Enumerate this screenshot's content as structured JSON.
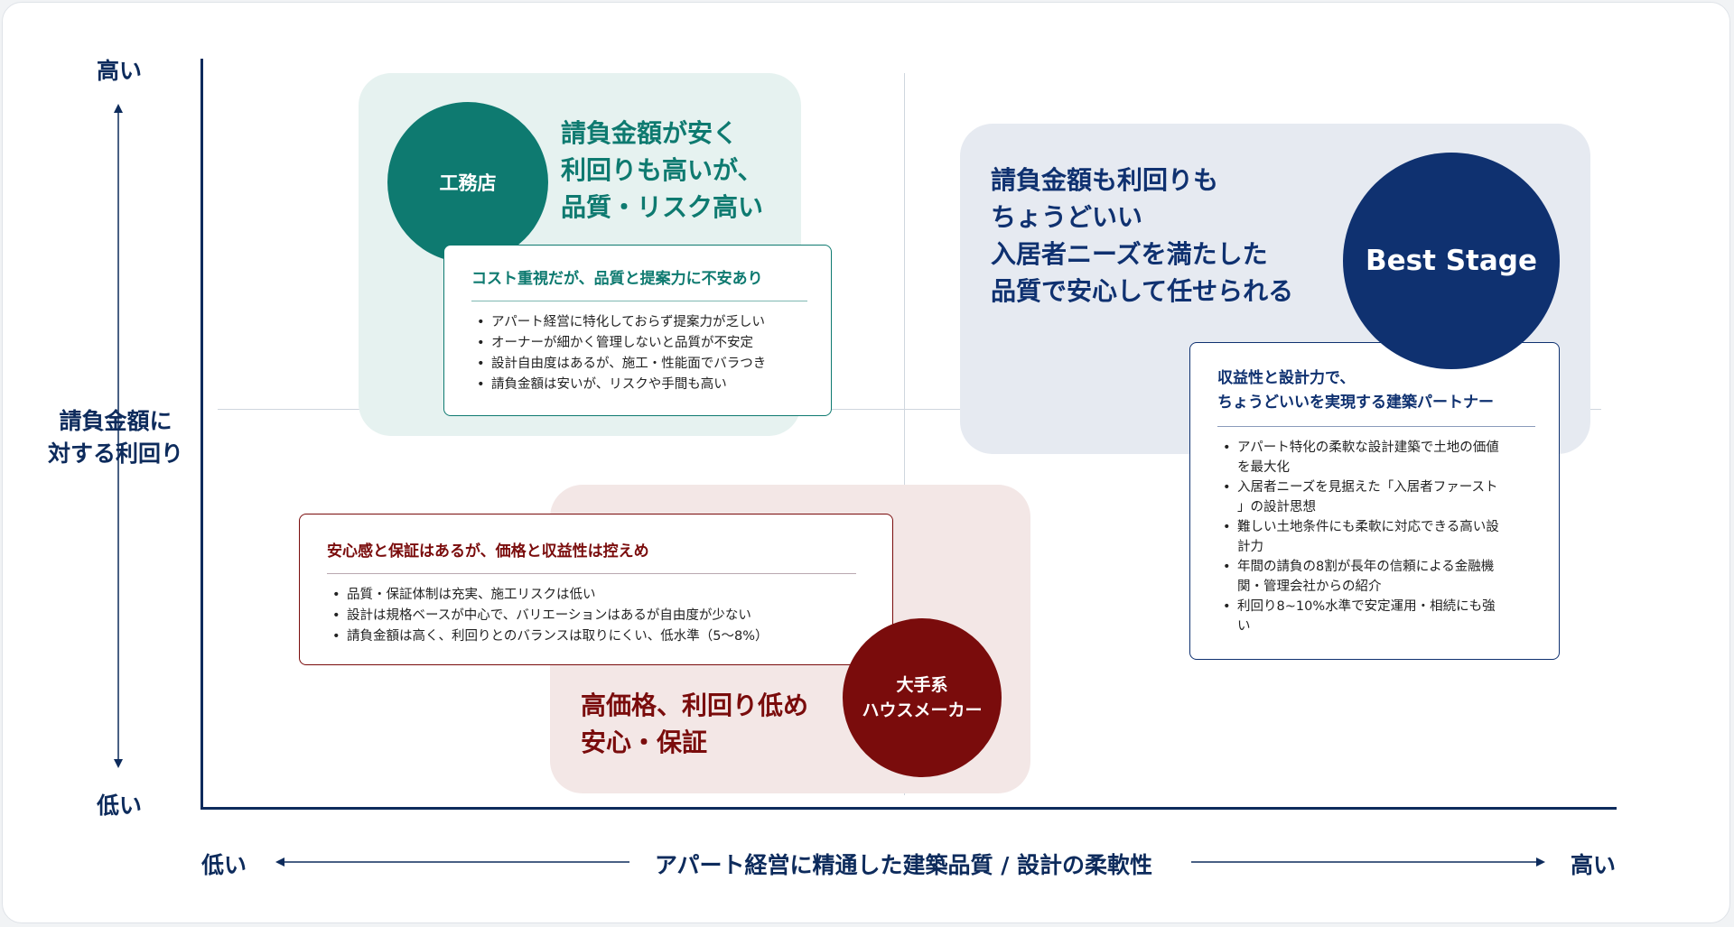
{
  "y_axis": {
    "title_lines": [
      "請負金額に",
      "対する利回り"
    ],
    "high": "高い",
    "low": "低い"
  },
  "x_axis": {
    "title": "アパート経営に精通した建築品質 / 設計の柔軟性",
    "low": "低い",
    "high": "高い"
  },
  "quadrants": {
    "koumuten": {
      "circle_label": "工務店",
      "headline": [
        "請負金額が安く",
        "利回りも高いが、",
        "品質・リスク高い"
      ],
      "box_title": "コスト重視だが、品質と提案力に不安あり",
      "bullets": [
        "アパート経営に特化しておらず提案力が乏しい",
        "オーナーが細かく管理しないと品質が不安定",
        "設計自由度はあるが、施工・性能面でバラつき",
        "請負金額は安いが、リスクや手間も高い"
      ],
      "color": "#0e7a70",
      "bg": "#e6f2f0"
    },
    "best_stage": {
      "circle_label": "Best Stage",
      "headline": [
        "請負金額も利回りも",
        "ちょうどいい",
        "入居者ニーズを満たした",
        "品質で安心して任せられる"
      ],
      "box_title_lines": [
        "収益性と設計力で、",
        "ちょうどいいを実現する建築パートナー"
      ],
      "bullets": [
        [
          "アパート特化の柔軟な設計建築で土地の価値",
          "を最大化"
        ],
        [
          "入居者ニーズを見据えた「入居者ファースト",
          "」の設計思想"
        ],
        [
          "難しい土地条件にも柔軟に対応できる高い設",
          "計力"
        ],
        [
          "年間の請負の8割が長年の信頼による金融機",
          "関・管理会社からの紹介"
        ],
        [
          "利回り8~10%水準で安定運用・相続にも強",
          "い"
        ]
      ],
      "color": "#0f3170",
      "bg": "#e6eaf1"
    },
    "housemaker": {
      "circle_label_lines": [
        "大手系",
        "ハウスメーカー"
      ],
      "headline": [
        "高価格、利回り低め",
        "安心・保証"
      ],
      "box_title": "安心感と保証はあるが、価格と収益性は控えめ",
      "bullets": [
        "品質・保証体制は充実、施工リスクは低い",
        "設計は規格ベースが中心で、バリエーションはあるが自由度が少ない",
        "請負金額は高く、利回りとのバランスは取りにくい、低水準（5〜8%）"
      ],
      "color": "#7a0c0c",
      "bg": "#f3e7e6"
    }
  },
  "axis_color": "#0d2b5c"
}
